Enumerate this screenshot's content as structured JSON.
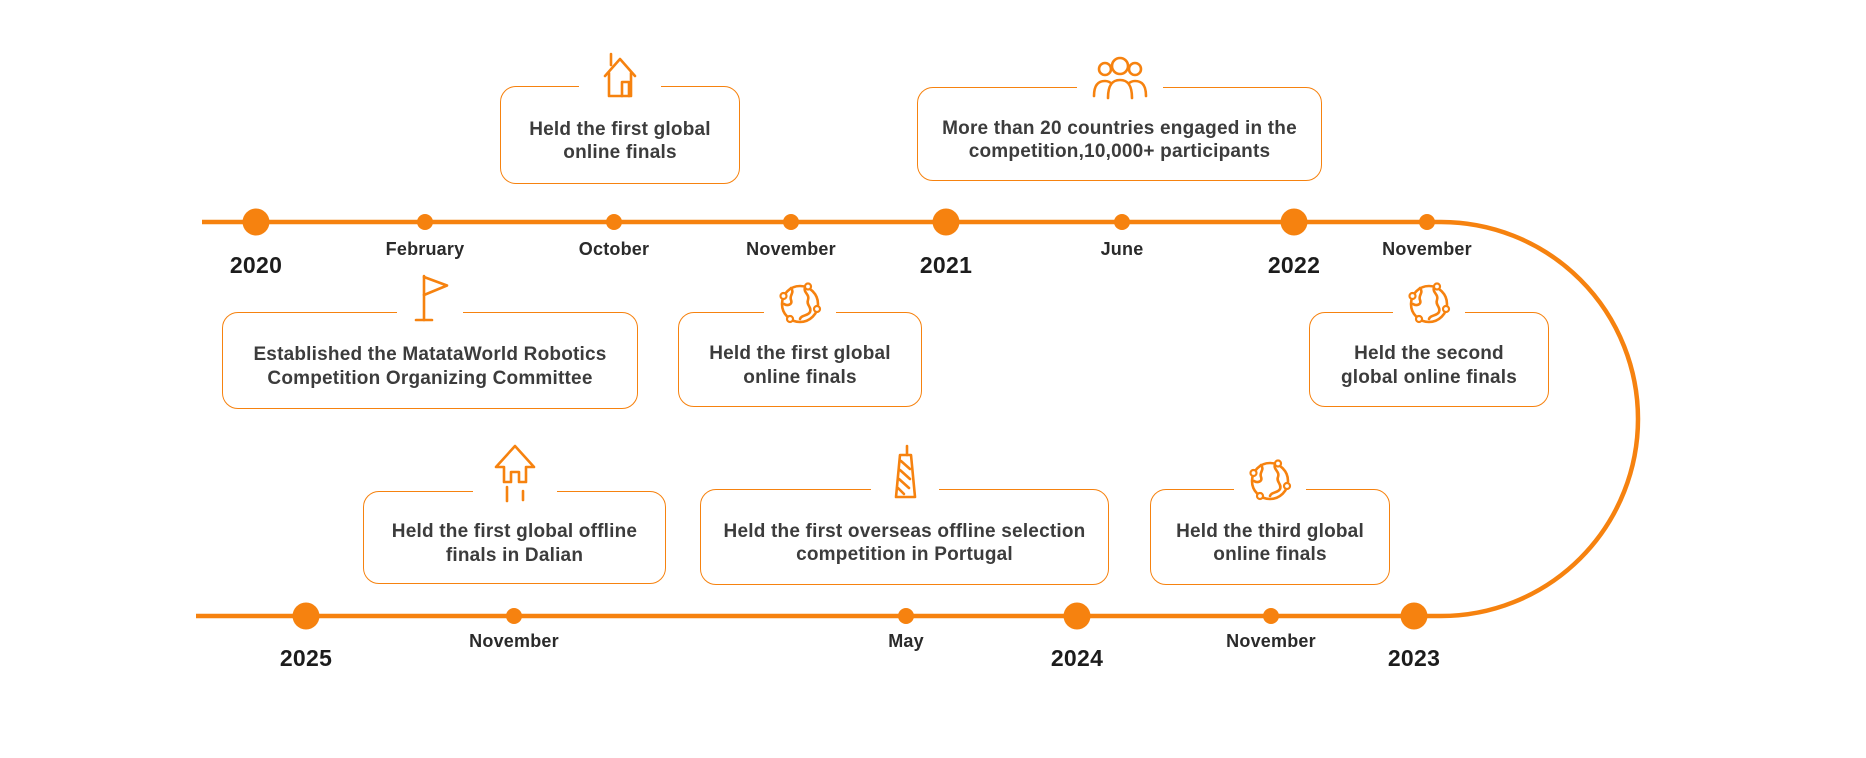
{
  "colors": {
    "accent": "#F6820F",
    "event_text": "#3C3C3C",
    "label_text": "#1C1C1C"
  },
  "timeline": {
    "top_markers": [
      {
        "label": "2020",
        "type": "year"
      },
      {
        "label": "February",
        "type": "month"
      },
      {
        "label": "October",
        "type": "month"
      },
      {
        "label": "November",
        "type": "month"
      },
      {
        "label": "2021",
        "type": "year"
      },
      {
        "label": "June",
        "type": "month"
      },
      {
        "label": "2022",
        "type": "year"
      },
      {
        "label": "November",
        "type": "month"
      }
    ],
    "bottom_markers": [
      {
        "label": "2025",
        "type": "year"
      },
      {
        "label": "November",
        "type": "month"
      },
      {
        "label": "May",
        "type": "month"
      },
      {
        "label": "2024",
        "type": "year"
      },
      {
        "label": "November",
        "type": "month"
      },
      {
        "label": "2023",
        "type": "year"
      }
    ]
  },
  "events": [
    {
      "icon": "house-icon",
      "lines": [
        "Held the first global",
        "online finals"
      ]
    },
    {
      "icon": "people-group-icon",
      "lines": [
        "More than 20 countries engaged in the",
        "competition,10,000+ participants"
      ]
    },
    {
      "icon": "flag-icon",
      "lines": [
        "Established the MatataWorld Robotics",
        "Competition Organizing Committee"
      ]
    },
    {
      "icon": "globe-network-icon",
      "lines": [
        "Held the first global",
        "online finals"
      ]
    },
    {
      "icon": "globe-network-icon",
      "lines": [
        "Held the second",
        "global online finals"
      ]
    },
    {
      "icon": "launch-arrow-icon",
      "lines": [
        "Held the first global offline",
        "finals in Dalian"
      ]
    },
    {
      "icon": "tower-icon",
      "lines": [
        "Held the first overseas offline selection",
        "competition in Portugal"
      ]
    },
    {
      "icon": "globe-network-icon",
      "lines": [
        "Held the third global",
        "online finals"
      ]
    }
  ]
}
